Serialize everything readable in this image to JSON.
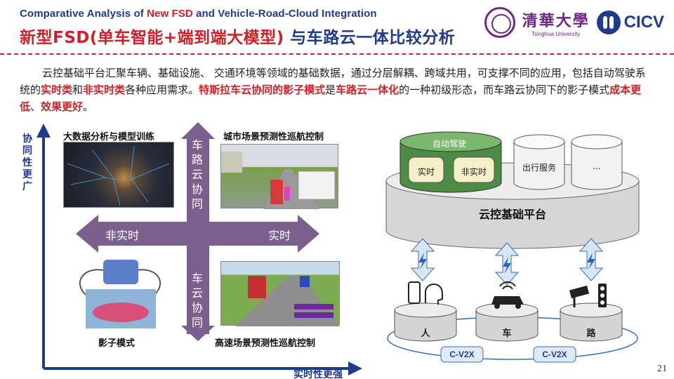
{
  "header": {
    "en_title_prefix": "Comparative Analysis of ",
    "en_title_highlight": "New FSD",
    "en_title_suffix": " and Vehicle-Road-Cloud Integration",
    "cn_title_red": "新型FSD(单车智能+端到端大模型)",
    "cn_title_blue": "与车路云一体比较分析",
    "logo_thu_cn": "清華大學",
    "logo_thu_en": "Tsinghua University",
    "logo_cicv": "CICV"
  },
  "paragraph": {
    "s1": "云控基础平台汇聚车辆、基础设施、 交通环境等领域的基础数据，通过分层解耦、跨域共用，可支撑不同的应用，包括自动驾驶系统的",
    "h1": "实时类",
    "s2": "和",
    "h2": "非实时类",
    "s3": "各种应用需求。",
    "h3": "特斯拉车云协同的影子模式",
    "s4": "是",
    "h4": "车路云一体化",
    "s5": "的一种初级形态，而车路云协同下的影子模式",
    "h5": "成本更低",
    "s6": "、",
    "h6": "效果更好",
    "s7": "。"
  },
  "quadrant": {
    "y_axis_label": "协同性更广",
    "x_axis_label": "实时性更强",
    "left_arrow_label": "非实时",
    "right_arrow_label": "实时",
    "top_arrow_label": "车路云协同",
    "bottom_arrow_label": "车云协同",
    "cap_top_left": "大数据分析与模型训练",
    "cap_top_right": "城市场景预测性巡航控制",
    "cap_bottom_left": "影子模式",
    "cap_bottom_right": "高速场景预测性巡航控制"
  },
  "diagram": {
    "autopilot_label": "自动驾驶",
    "realtime_label": "实时",
    "nonrealtime_label": "非实时",
    "travel_label": "出行服务",
    "more_label": "...",
    "platform_label": "云控基础平台",
    "person_label": "人",
    "vehicle_label": "车",
    "road_label": "路",
    "v2x_left": "C-V2X",
    "v2x_right": "C-V2X"
  },
  "page_number": "21",
  "colors": {
    "title_blue": "#1f3b8c",
    "title_red": "#d0202a",
    "arrow_purple": "#7b5f8c",
    "cylinder_green": "#4c8c46"
  }
}
